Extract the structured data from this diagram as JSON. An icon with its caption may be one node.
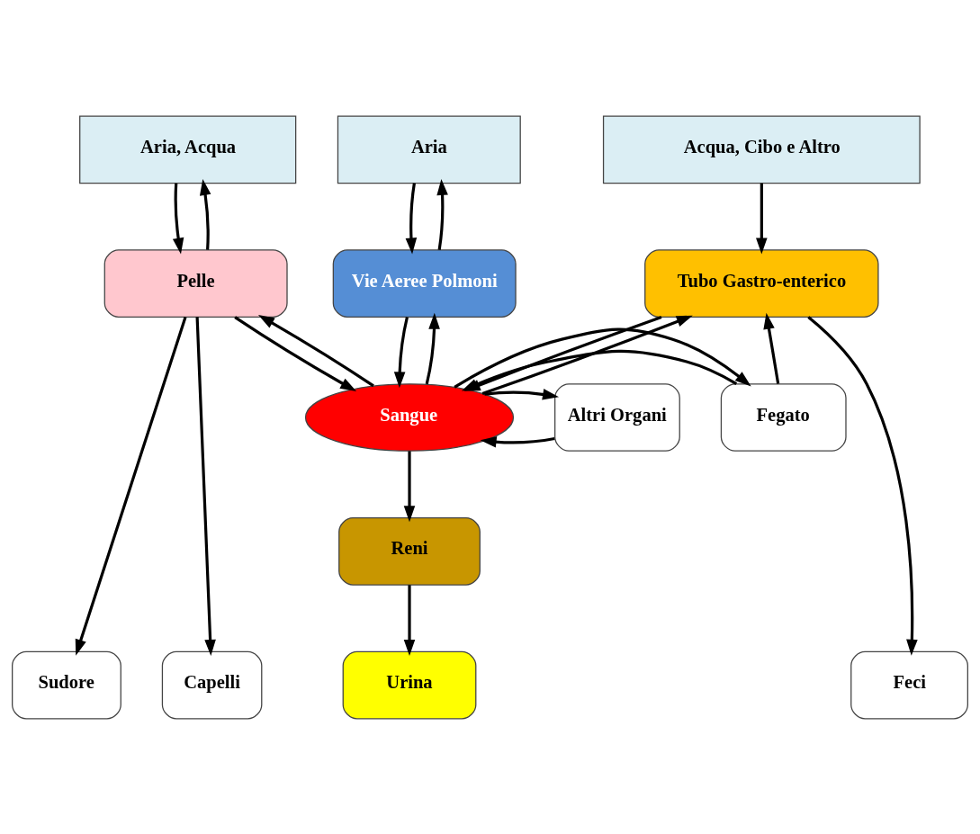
{
  "diagram": {
    "nodes": [
      {
        "text": [
          "Aria, Acqua"
        ]
      },
      {
        "text": [
          "Aria"
        ]
      },
      {
        "text": [
          "Acqua, Cibo e Altro"
        ]
      },
      {
        "text": [
          "Pelle"
        ]
      },
      {
        "text": [
          "Vie Aeree Polmoni"
        ]
      },
      {
        "text": [
          "Tubo Gastro-enterico"
        ]
      },
      {
        "text": [
          "Altri Organi"
        ]
      },
      {
        "text": [
          "Sangue"
        ]
      },
      {
        "text": [
          "Fegato"
        ]
      },
      {
        "text": [
          "Reni"
        ]
      },
      {
        "text": [
          "Sudore"
        ]
      },
      {
        "text": [
          "Capelli"
        ]
      },
      {
        "text": [
          "Urina"
        ]
      },
      {
        "text": [
          "Feci"
        ]
      }
    ],
    "edges": [
      {
        "from": 0,
        "to": 3,
        "arrow": "to"
      },
      {
        "from": 3,
        "to": 0,
        "arrow": "to"
      },
      {
        "from": 1,
        "to": 4,
        "arrow": "to"
      },
      {
        "from": 4,
        "to": 1,
        "arrow": "to"
      },
      {
        "from": 2,
        "to": 5,
        "arrow": "to"
      },
      {
        "from": 3,
        "to": 7,
        "arrow": "to"
      },
      {
        "from": 7,
        "to": 3,
        "arrow": "to"
      },
      {
        "from": 7,
        "to": 4,
        "arrow": "to"
      },
      {
        "from": 4,
        "to": 7,
        "arrow": "to"
      },
      {
        "from": 7,
        "to": 5,
        "arrow": "to"
      },
      {
        "from": 5,
        "to": 7,
        "arrow": "to"
      },
      {
        "from": 6,
        "to": 7,
        "arrow": "to"
      },
      {
        "from": 7,
        "to": 6,
        "arrow": "to"
      },
      {
        "from": 8,
        "to": 7,
        "arrow": "to"
      },
      {
        "from": 7,
        "to": 8,
        "arrow": "to"
      },
      {
        "from": 8,
        "to": 5,
        "arrow": "to"
      },
      {
        "from": 7,
        "to": 9,
        "arrow": "to"
      },
      {
        "from": 9,
        "to": 12,
        "arrow": "to"
      },
      {
        "from": 3,
        "to": 10,
        "arrow": "to"
      },
      {
        "from": 3,
        "to": 11,
        "arrow": "to"
      },
      {
        "from": 5,
        "to": 13,
        "arrow": "to"
      }
    ]
  }
}
